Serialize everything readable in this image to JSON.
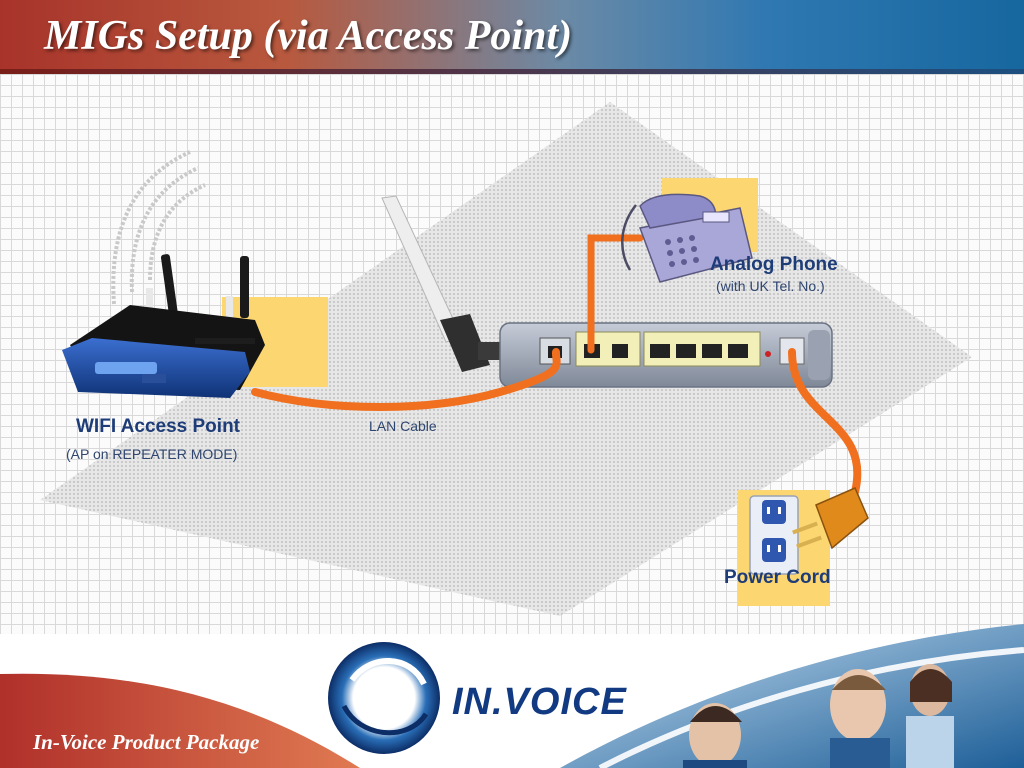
{
  "header": {
    "title": "MIGs Setup (via Access Point)"
  },
  "labels": {
    "access_point": "WIFI Access Point",
    "access_point_mode": "(AP on REPEATER MODE)",
    "lan_cable": "LAN Cable",
    "analog_phone": "Analog Phone",
    "analog_phone_note": "(with UK Tel. No.)",
    "power_cord": "Power Cord"
  },
  "logo": {
    "text": "IN.VOICE"
  },
  "footer": {
    "text": "In-Voice Product Package"
  },
  "colors": {
    "cable": "#f07020",
    "accent_yellow": "#fcd670",
    "title_text": "#1d3c78"
  }
}
